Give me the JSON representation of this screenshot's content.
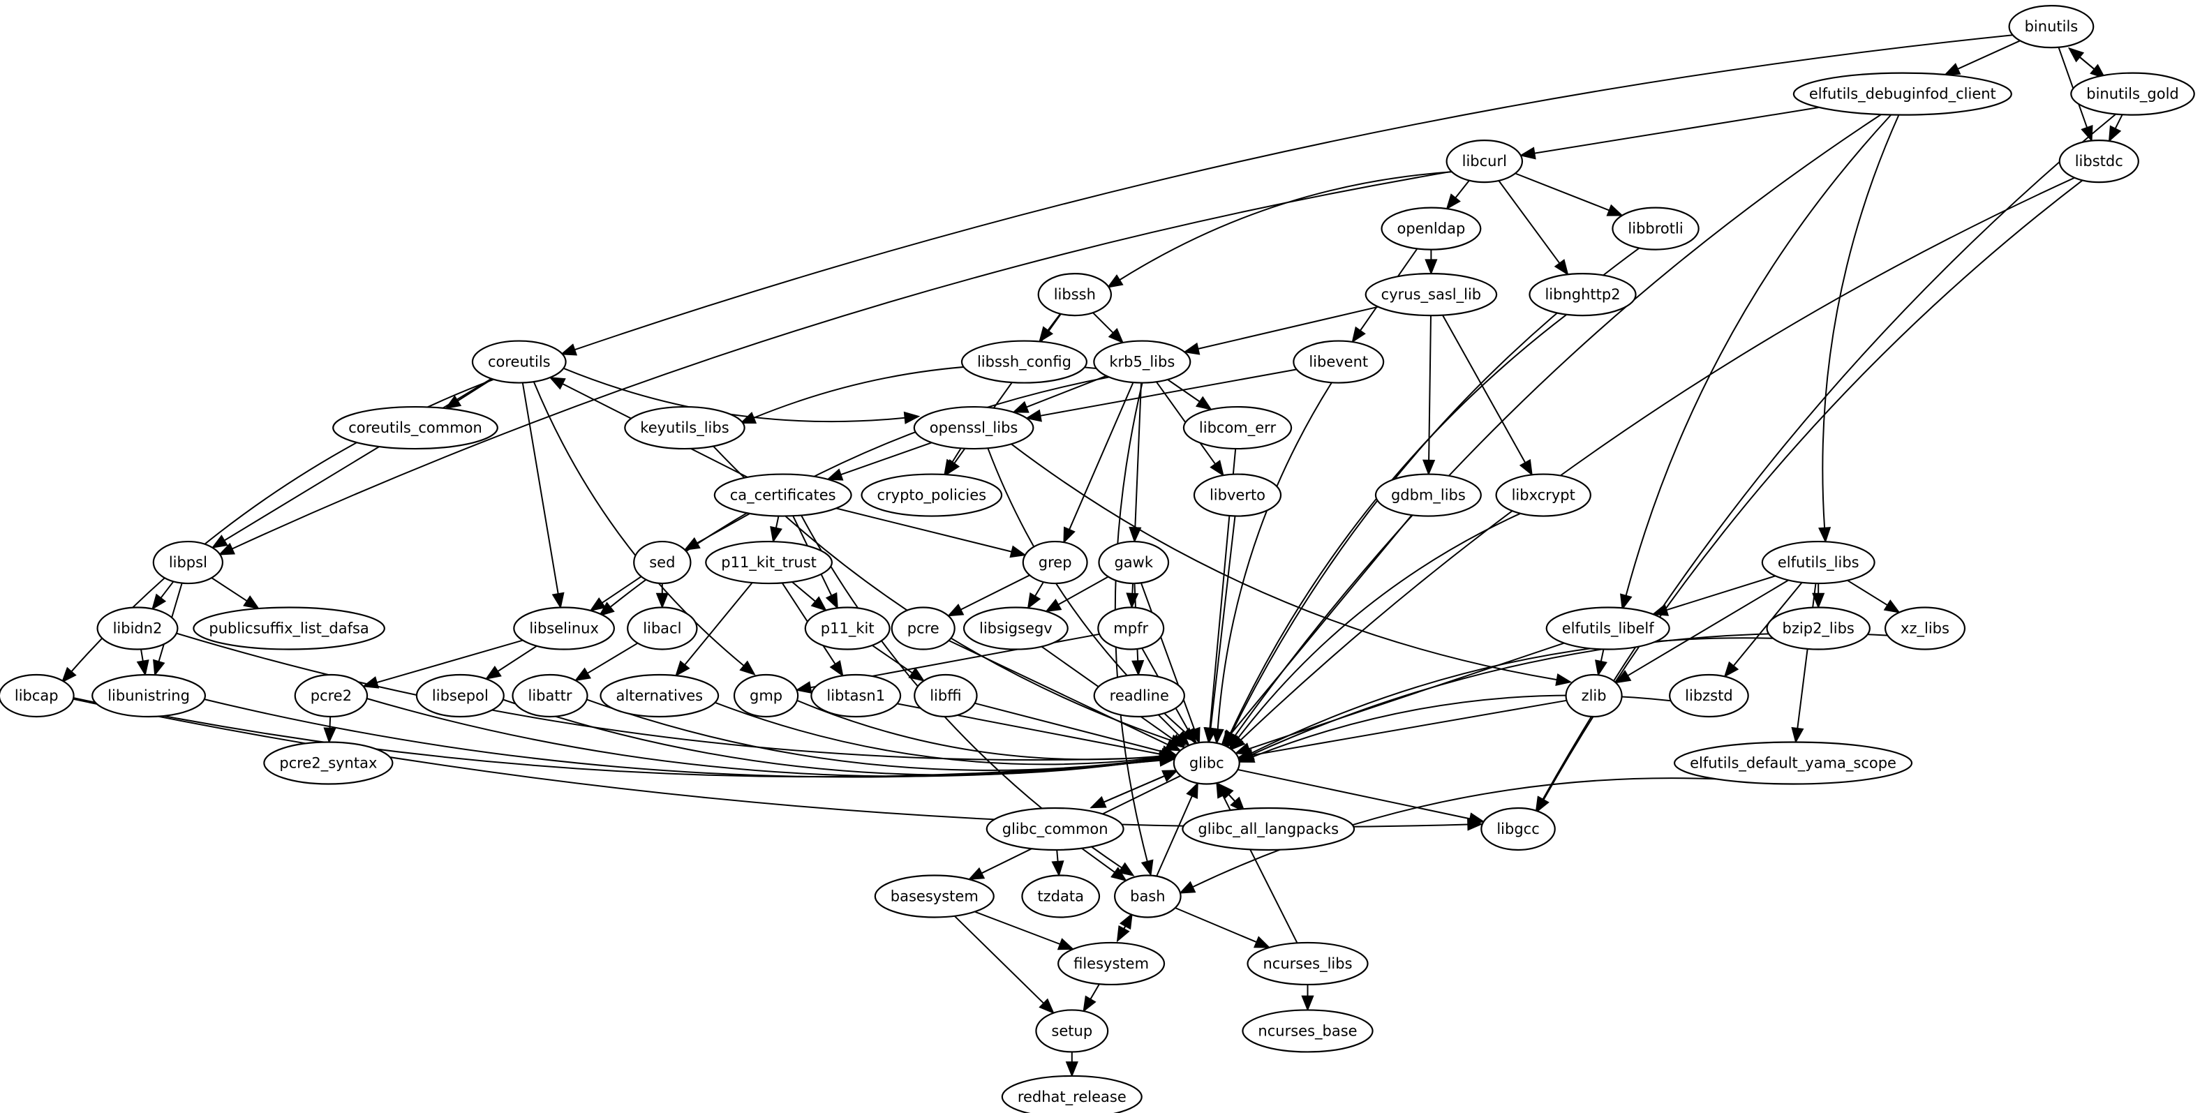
{
  "title": "Package dependency graph",
  "nodes": [
    {
      "id": "binutils",
      "label": "binutils"
    },
    {
      "id": "elfutils_debuginfod_client",
      "label": "elfutils_debuginfod_client"
    },
    {
      "id": "binutils_gold",
      "label": "binutils_gold"
    },
    {
      "id": "libcurl",
      "label": "libcurl"
    },
    {
      "id": "libstdc",
      "label": "libstdc"
    },
    {
      "id": "openldap",
      "label": "openldap"
    },
    {
      "id": "libbrotli",
      "label": "libbrotli"
    },
    {
      "id": "libssh",
      "label": "libssh"
    },
    {
      "id": "cyrus_sasl_lib",
      "label": "cyrus_sasl_lib"
    },
    {
      "id": "libnghttp2",
      "label": "libnghttp2"
    },
    {
      "id": "coreutils",
      "label": "coreutils"
    },
    {
      "id": "libssh_config",
      "label": "libssh_config"
    },
    {
      "id": "krb5_libs",
      "label": "krb5_libs"
    },
    {
      "id": "libevent",
      "label": "libevent"
    },
    {
      "id": "coreutils_common",
      "label": "coreutils_common"
    },
    {
      "id": "keyutils_libs",
      "label": "keyutils_libs"
    },
    {
      "id": "openssl_libs",
      "label": "openssl_libs"
    },
    {
      "id": "libcom_err",
      "label": "libcom_err"
    },
    {
      "id": "ca_certificates",
      "label": "ca_certificates"
    },
    {
      "id": "crypto_policies",
      "label": "crypto_policies"
    },
    {
      "id": "libverto",
      "label": "libverto"
    },
    {
      "id": "gdbm_libs",
      "label": "gdbm_libs"
    },
    {
      "id": "libxcrypt",
      "label": "libxcrypt"
    },
    {
      "id": "libpsl",
      "label": "libpsl"
    },
    {
      "id": "sed",
      "label": "sed"
    },
    {
      "id": "p11_kit_trust",
      "label": "p11_kit_trust"
    },
    {
      "id": "grep",
      "label": "grep"
    },
    {
      "id": "gawk",
      "label": "gawk"
    },
    {
      "id": "elfutils_libs",
      "label": "elfutils_libs"
    },
    {
      "id": "libidn2",
      "label": "libidn2"
    },
    {
      "id": "publicsuffix_list_dafsa",
      "label": "publicsuffix_list_dafsa"
    },
    {
      "id": "libselinux",
      "label": "libselinux"
    },
    {
      "id": "libacl",
      "label": "libacl"
    },
    {
      "id": "p11_kit",
      "label": "p11_kit"
    },
    {
      "id": "pcre",
      "label": "pcre"
    },
    {
      "id": "libsigsegv",
      "label": "libsigsegv"
    },
    {
      "id": "mpfr",
      "label": "mpfr"
    },
    {
      "id": "elfutils_libelf",
      "label": "elfutils_libelf"
    },
    {
      "id": "bzip2_libs",
      "label": "bzip2_libs"
    },
    {
      "id": "xz_libs",
      "label": "xz_libs"
    },
    {
      "id": "libcap",
      "label": "libcap"
    },
    {
      "id": "libunistring",
      "label": "libunistring"
    },
    {
      "id": "pcre2",
      "label": "pcre2"
    },
    {
      "id": "libsepol",
      "label": "libsepol"
    },
    {
      "id": "libattr",
      "label": "libattr"
    },
    {
      "id": "alternatives",
      "label": "alternatives"
    },
    {
      "id": "gmp",
      "label": "gmp"
    },
    {
      "id": "libtasn1",
      "label": "libtasn1"
    },
    {
      "id": "libffi",
      "label": "libffi"
    },
    {
      "id": "readline",
      "label": "readline"
    },
    {
      "id": "zlib",
      "label": "zlib"
    },
    {
      "id": "libzstd",
      "label": "libzstd"
    },
    {
      "id": "glibc",
      "label": "glibc"
    },
    {
      "id": "pcre2_syntax",
      "label": "pcre2_syntax"
    },
    {
      "id": "elfutils_default_yama_scope",
      "label": "elfutils_default_yama_scope"
    },
    {
      "id": "glibc_common",
      "label": "glibc_common"
    },
    {
      "id": "glibc_all_langpacks",
      "label": "glibc_all_langpacks"
    },
    {
      "id": "libgcc",
      "label": "libgcc"
    },
    {
      "id": "basesystem",
      "label": "basesystem"
    },
    {
      "id": "tzdata",
      "label": "tzdata"
    },
    {
      "id": "bash",
      "label": "bash"
    },
    {
      "id": "filesystem",
      "label": "filesystem"
    },
    {
      "id": "ncurses_libs",
      "label": "ncurses_libs"
    },
    {
      "id": "setup",
      "label": "setup"
    },
    {
      "id": "ncurses_base",
      "label": "ncurses_base"
    },
    {
      "id": "redhat_release",
      "label": "redhat_release"
    }
  ],
  "edges": [
    [
      "binutils",
      "coreutils"
    ],
    [
      "binutils",
      "elfutils_debuginfod_client"
    ],
    [
      "binutils",
      "binutils_gold"
    ],
    [
      "binutils",
      "libstdc"
    ],
    [
      "binutils_gold",
      "binutils"
    ],
    [
      "binutils_gold",
      "libstdc"
    ],
    [
      "binutils_gold",
      "libgcc"
    ],
    [
      "elfutils_debuginfod_client",
      "libcurl"
    ],
    [
      "elfutils_debuginfod_client",
      "elfutils_libelf"
    ],
    [
      "elfutils_debuginfod_client",
      "elfutils_libs"
    ],
    [
      "elfutils_debuginfod_client",
      "glibc"
    ],
    [
      "libstdc",
      "glibc"
    ],
    [
      "libstdc",
      "libgcc"
    ],
    [
      "libcurl",
      "libpsl"
    ],
    [
      "libcurl",
      "libssh"
    ],
    [
      "libcurl",
      "openldap"
    ],
    [
      "libcurl",
      "libnghttp2"
    ],
    [
      "libcurl",
      "libbrotli"
    ],
    [
      "libbrotli",
      "glibc"
    ],
    [
      "libnghttp2",
      "glibc"
    ],
    [
      "openldap",
      "cyrus_sasl_lib"
    ],
    [
      "openldap",
      "libevent"
    ],
    [
      "cyrus_sasl_lib",
      "krb5_libs"
    ],
    [
      "cyrus_sasl_lib",
      "gdbm_libs"
    ],
    [
      "cyrus_sasl_lib",
      "libxcrypt"
    ],
    [
      "libssh",
      "libssh_config"
    ],
    [
      "libssh",
      "krb5_libs"
    ],
    [
      "libssh",
      "crypto_policies"
    ],
    [
      "libevent",
      "openssl_libs"
    ],
    [
      "libevent",
      "glibc"
    ],
    [
      "krb5_libs",
      "keyutils_libs"
    ],
    [
      "krb5_libs",
      "openssl_libs"
    ],
    [
      "krb5_libs",
      "libcom_err"
    ],
    [
      "krb5_libs",
      "libverto"
    ],
    [
      "krb5_libs",
      "libselinux"
    ],
    [
      "krb5_libs",
      "grep"
    ],
    [
      "krb5_libs",
      "gawk"
    ],
    [
      "krb5_libs",
      "bash"
    ],
    [
      "coreutils",
      "coreutils_common"
    ],
    [
      "coreutils",
      "openssl_libs"
    ],
    [
      "coreutils",
      "libcap"
    ],
    [
      "coreutils",
      "libselinux"
    ],
    [
      "coreutils",
      "gmp"
    ],
    [
      "coreutils",
      "libpsl"
    ],
    [
      "keyutils_libs",
      "glibc"
    ],
    [
      "openssl_libs",
      "ca_certificates"
    ],
    [
      "openssl_libs",
      "crypto_policies"
    ],
    [
      "openssl_libs",
      "zlib"
    ],
    [
      "openssl_libs",
      "glibc"
    ],
    [
      "libcom_err",
      "glibc"
    ],
    [
      "libverto",
      "glibc"
    ],
    [
      "gdbm_libs",
      "glibc"
    ],
    [
      "libxcrypt",
      "glibc"
    ],
    [
      "ca_certificates",
      "coreutils"
    ],
    [
      "ca_certificates",
      "sed"
    ],
    [
      "ca_certificates",
      "p11_kit_trust"
    ],
    [
      "ca_certificates",
      "p11_kit"
    ],
    [
      "ca_certificates",
      "grep"
    ],
    [
      "ca_certificates",
      "bash"
    ],
    [
      "libpsl",
      "libidn2"
    ],
    [
      "libpsl",
      "publicsuffix_list_dafsa"
    ],
    [
      "libpsl",
      "libunistring"
    ],
    [
      "libidn2",
      "libunistring"
    ],
    [
      "libidn2",
      "glibc"
    ],
    [
      "sed",
      "libselinux"
    ],
    [
      "sed",
      "libacl"
    ],
    [
      "p11_kit_trust",
      "p11_kit"
    ],
    [
      "p11_kit_trust",
      "alternatives"
    ],
    [
      "p11_kit_trust",
      "libtasn1"
    ],
    [
      "p11_kit",
      "libffi"
    ],
    [
      "grep",
      "pcre"
    ],
    [
      "grep",
      "libsigsegv"
    ],
    [
      "gawk",
      "libsigsegv"
    ],
    [
      "gawk",
      "mpfr"
    ],
    [
      "gawk",
      "readline"
    ],
    [
      "gawk",
      "glibc"
    ],
    [
      "mpfr",
      "gmp"
    ],
    [
      "mpfr",
      "glibc"
    ],
    [
      "libselinux",
      "pcre2"
    ],
    [
      "libselinux",
      "libsepol"
    ],
    [
      "libacl",
      "libattr"
    ],
    [
      "pcre2",
      "pcre2_syntax"
    ],
    [
      "pcre2",
      "glibc"
    ],
    [
      "libcap",
      "glibc"
    ],
    [
      "libcap",
      "libgcc"
    ],
    [
      "libunistring",
      "glibc"
    ],
    [
      "libsepol",
      "glibc"
    ],
    [
      "libattr",
      "glibc"
    ],
    [
      "alternatives",
      "glibc"
    ],
    [
      "gmp",
      "glibc"
    ],
    [
      "libtasn1",
      "glibc"
    ],
    [
      "libffi",
      "glibc"
    ],
    [
      "pcre",
      "glibc"
    ],
    [
      "libsigsegv",
      "glibc"
    ],
    [
      "readline",
      "glibc"
    ],
    [
      "elfutils_libs",
      "elfutils_libelf"
    ],
    [
      "elfutils_libs",
      "zlib"
    ],
    [
      "elfutils_libs",
      "bzip2_libs"
    ],
    [
      "elfutils_libs",
      "xz_libs"
    ],
    [
      "elfutils_libs",
      "libzstd"
    ],
    [
      "elfutils_libs",
      "elfutils_default_yama_scope"
    ],
    [
      "elfutils_libelf",
      "zlib"
    ],
    [
      "elfutils_libelf",
      "glibc"
    ],
    [
      "bzip2_libs",
      "glibc"
    ],
    [
      "xz_libs",
      "glibc"
    ],
    [
      "zlib",
      "glibc"
    ],
    [
      "libzstd",
      "glibc"
    ],
    [
      "elfutils_default_yama_scope",
      "bash"
    ],
    [
      "glibc",
      "glibc_common"
    ],
    [
      "glibc",
      "glibc_all_langpacks"
    ],
    [
      "glibc",
      "basesystem"
    ],
    [
      "glibc",
      "libgcc"
    ],
    [
      "glibc_common",
      "glibc"
    ],
    [
      "glibc_all_langpacks",
      "glibc"
    ],
    [
      "glibc_common",
      "tzdata"
    ],
    [
      "glibc_common",
      "bash"
    ],
    [
      "bash",
      "glibc"
    ],
    [
      "bash",
      "filesystem"
    ],
    [
      "bash",
      "ncurses_libs"
    ],
    [
      "filesystem",
      "bash"
    ],
    [
      "filesystem",
      "setup"
    ],
    [
      "basesystem",
      "filesystem"
    ],
    [
      "basesystem",
      "setup"
    ],
    [
      "ncurses_libs",
      "glibc"
    ],
    [
      "ncurses_libs",
      "ncurses_base"
    ],
    [
      "setup",
      "redhat_release"
    ]
  ]
}
